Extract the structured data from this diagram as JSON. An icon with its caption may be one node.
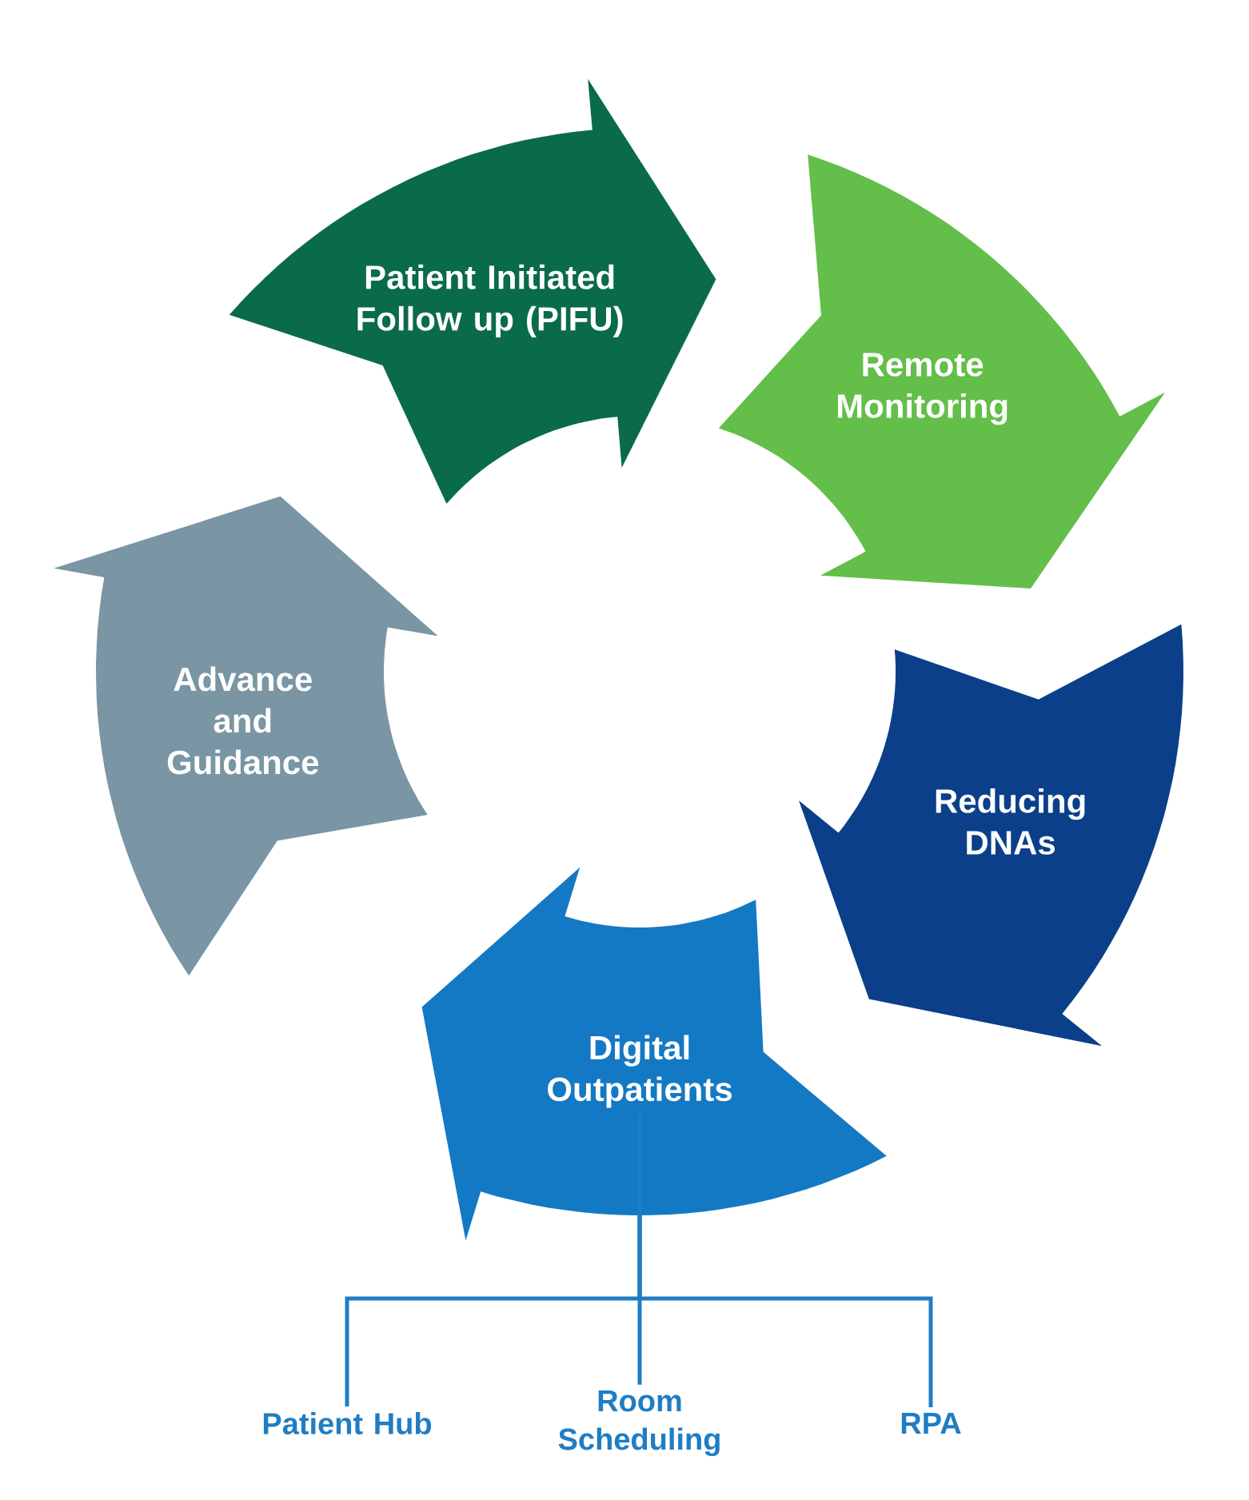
{
  "diagram": {
    "nodes": [
      {
        "text": [
          "Patient Initiated Follow up (PIFU)"
        ]
      },
      {
        "text": [
          "Remote Monitoring"
        ]
      },
      {
        "text": [
          "Advance and Guidance"
        ]
      },
      {
        "text": [
          "Reducing DNAs"
        ]
      },
      {
        "text": [
          "Digital Outpatients"
        ]
      },
      {
        "text": [
          "Patient Hub"
        ]
      },
      {
        "text": [
          "Room Scheduling"
        ]
      },
      {
        "text": [
          "RPA"
        ]
      }
    ],
    "edges": [
      {
        "from": 4,
        "to": 5,
        "arrow": "none",
        "color": "#1f7dc4"
      },
      {
        "from": 4,
        "to": 6,
        "arrow": "none",
        "color": "#1f7dc4"
      },
      {
        "from": 4,
        "to": 7,
        "arrow": "none",
        "color": "#1f7dc4"
      }
    ]
  }
}
